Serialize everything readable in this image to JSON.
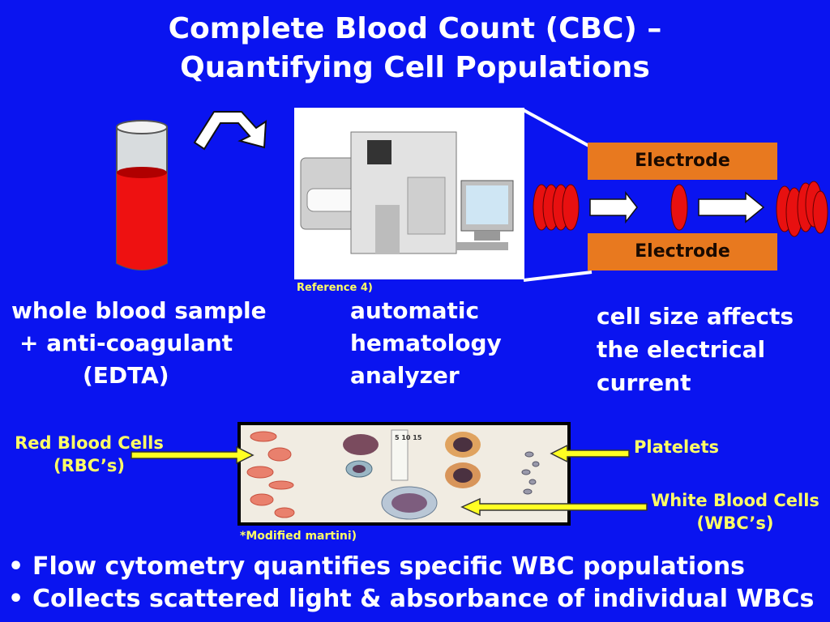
{
  "title": {
    "line1": "Complete Blood Count (CBC) –",
    "line2": "Quantifying Cell Populations"
  },
  "sample": {
    "line1": "whole blood sample",
    "line2": "+ anti-coagulant",
    "line3": "(EDTA)"
  },
  "analyzer": {
    "line1": "automatic",
    "line2": "hematology",
    "line3": "analyzer",
    "reference": "Reference 4)"
  },
  "electrode": {
    "top": "Electrode",
    "bottom": "Electrode"
  },
  "cellsize": {
    "line1": "cell size affects",
    "line2": "the electrical",
    "line3": "current"
  },
  "labels": {
    "rbc_line1": "Red Blood Cells",
    "rbc_line2": "(RBC’s)",
    "platelets": "Platelets",
    "wbc_line1": "White Blood Cells",
    "wbc_line2": "(WBC’s)",
    "credit": "*Modified martini)"
  },
  "smear": {
    "ruler_text": "5 10 15"
  },
  "bullets": [
    "Flow cytometry quantifies specific WBC populations",
    "Collects scattered light & absorbance of individual WBCs"
  ],
  "colors": {
    "background": "#0a14f0",
    "electrode": "#e8791f",
    "cell_red": "#e81010",
    "label_yellow": "#ffff66"
  }
}
